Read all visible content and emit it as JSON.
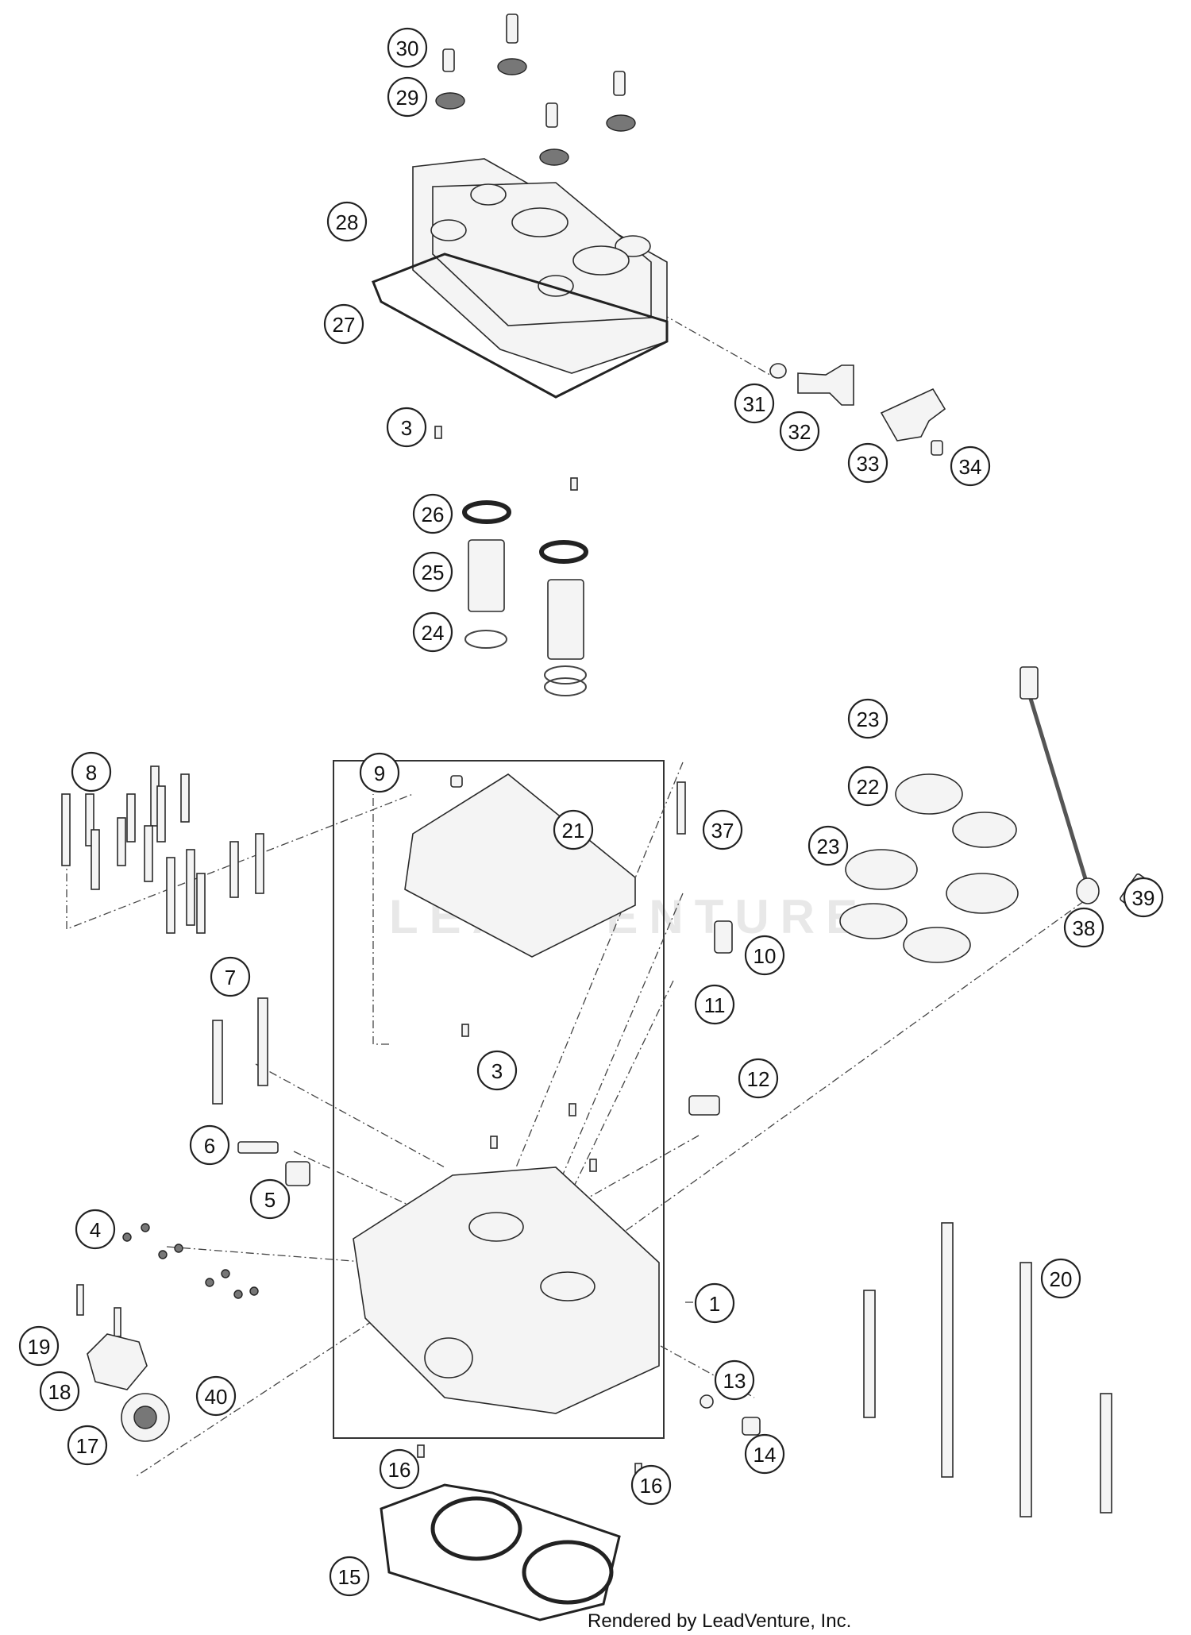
{
  "footer": {
    "text": "Rendered by LeadVenture, Inc."
  },
  "watermark": {
    "text": "LEADVENTURE"
  },
  "callouts": [
    "30",
    "29",
    "28",
    "27",
    "3",
    "31",
    "32",
    "33",
    "34",
    "26",
    "25",
    "24",
    "23",
    "22",
    "23",
    "8",
    "9",
    "21",
    "37",
    "10",
    "11",
    "7",
    "3",
    "12",
    "6",
    "5",
    "39",
    "38",
    "4",
    "1",
    "20",
    "19",
    "18",
    "40",
    "17",
    "13",
    "14",
    "16",
    "16",
    "15"
  ]
}
